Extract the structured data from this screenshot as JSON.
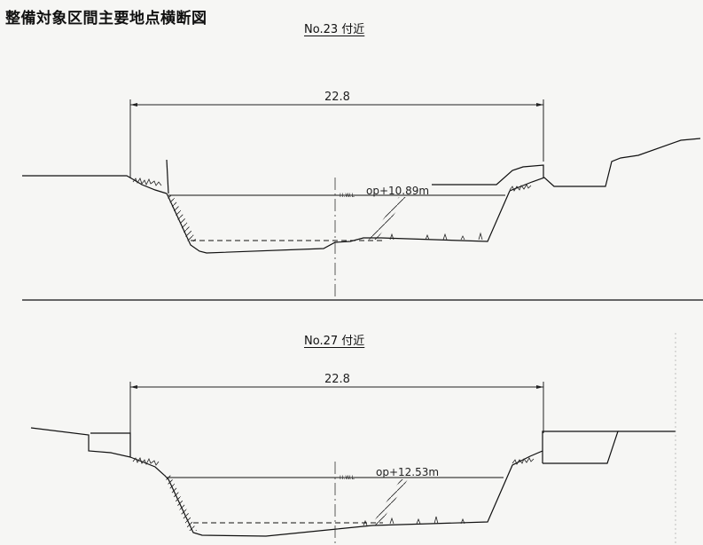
{
  "page": {
    "title": "整備対象区間主要地点横断図"
  },
  "sections": [
    {
      "label": "No.23 付近",
      "width_dimension": "22.8",
      "hwl_label": "H.W.L",
      "water_level": "op+10.89m"
    },
    {
      "label": "No.27 付近",
      "width_dimension": "22.8",
      "hwl_label": "H.W.L",
      "water_level": "op+12.53m"
    }
  ]
}
